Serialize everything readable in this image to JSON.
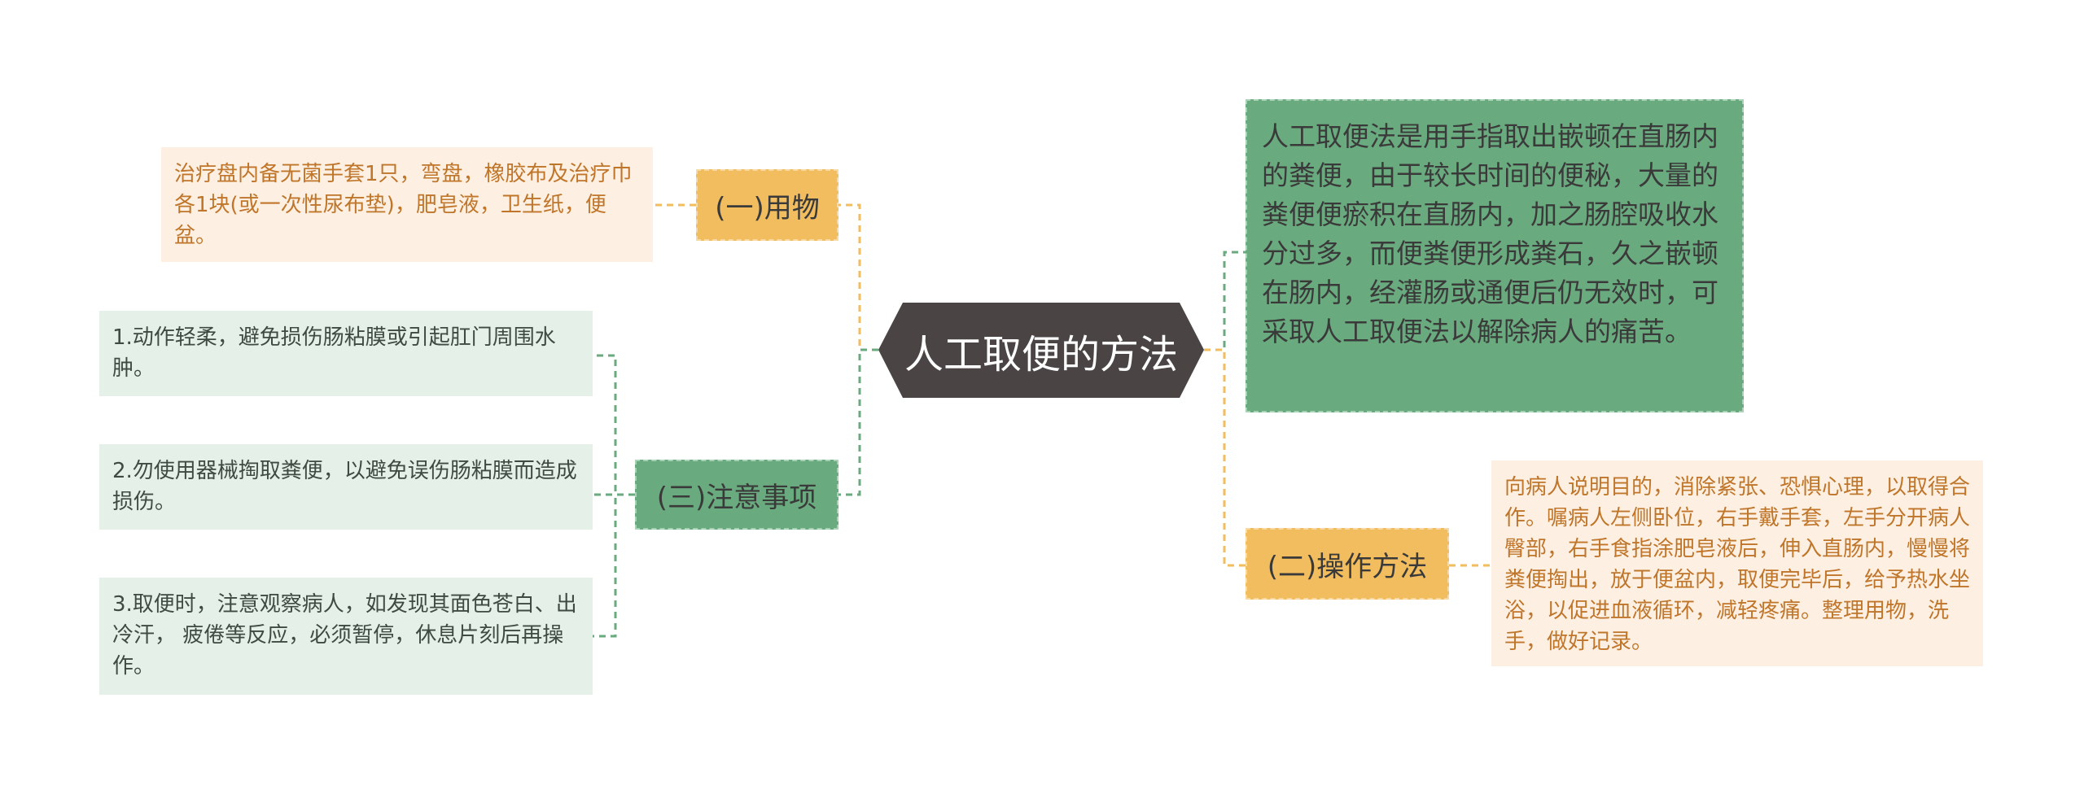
{
  "root": {
    "title": "人工取便的方法"
  },
  "branches": {
    "b1": {
      "label": "(一)用物"
    },
    "b2": {
      "label": "(二)操作方法"
    },
    "b3": {
      "label": "(三)注意事项"
    }
  },
  "intro": {
    "text": "人工取便法是用手指取出嵌顿在直肠内的粪便，由于较长时间的便秘，大量的粪便便瘀积在直肠内，加之肠腔吸收水分过多，而便粪便形成粪石，久之嵌顿在肠内，经灌肠或通便后仍无效时，可采取人工取便法以解除病人的痛苦。"
  },
  "notes": {
    "supplies": "治疗盘内备无菌手套1只，弯盘，橡胶布及治疗巾各1块(或一次性尿布垫)，肥皂液，卫生纸，便盆。",
    "procedure": "向病人说明目的，消除紧张、恐惧心理，以取得合作。嘱病人左侧卧位，右手戴手套，左手分开病人臀部，右手食指涂肥皂液后，伸入直肠内，慢慢将粪便掏出，放于便盆内，取便完毕后，给予热水坐浴，以促进血液循环，减轻疼痛。整理用物，洗手，做好记录。",
    "cautions": [
      "1.动作轻柔，避免损伤肠粘膜或引起肛门周围水肿。",
      "2.勿使用器械掏取粪便，以避免误伤肠粘膜而造成损伤。",
      "3.取便时，注意观察病人，如发现其面色苍白、出冷汗， 疲倦等反应，必须暂停，休息片刻后再操作。"
    ]
  },
  "colors": {
    "root_bg": "#4a4444",
    "yellow": "#f2bd5f",
    "green": "#6aaa7f",
    "peach_bg": "#fdf0e3",
    "mint_bg": "#e5f1e8",
    "connector_yellow": "#f2bd5f",
    "connector_green": "#6aaa7f"
  }
}
